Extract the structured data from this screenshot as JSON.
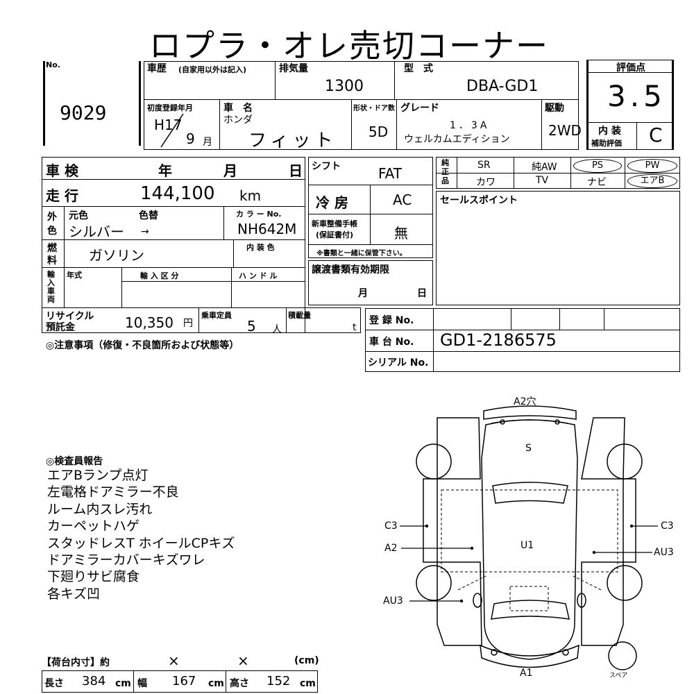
{
  "title": "ロプラ・オレ売切コーナー",
  "lot": {
    "label": "No.",
    "number": "9029"
  },
  "history": {
    "label": "車歴",
    "note": "(自家用以外は記入)"
  },
  "displacement": {
    "label": "排気量",
    "value": "1300"
  },
  "model": {
    "label": "型　式",
    "value": "DBA-GD1"
  },
  "first_reg": {
    "label": "初度登録年月",
    "year": "H17",
    "month": "9",
    "month_unit": "月"
  },
  "car_name": {
    "label": "車　名",
    "maker": "ホンダ",
    "name": "フィット"
  },
  "doors": {
    "label": "形状・ドア数",
    "value": "5D"
  },
  "grade": {
    "label": "グレード",
    "line1": "1．3A",
    "line2": "ウェルカムエディション"
  },
  "drive": {
    "label": "駆動",
    "value": "2WD"
  },
  "score": {
    "label": "評価点",
    "value": "3.5",
    "interior_label": "内 装",
    "interior_sub": "補助評価",
    "interior_value": "C"
  },
  "inspection": {
    "label": "車 検",
    "year": "年",
    "month": "月",
    "day": "日"
  },
  "mileage": {
    "label": "走 行",
    "value": "144,100",
    "unit": "km"
  },
  "color": {
    "label_top": "外",
    "label_bottom": "色",
    "original_label": "元色",
    "changed_label": "色替",
    "original": "シルバー",
    "arrow": "→",
    "code_label": "カ ラ ー No.",
    "code": "NH642M"
  },
  "fuel": {
    "label_top": "燃",
    "label_bottom": "料",
    "value": "ガソリン",
    "interior_color_label": "内 装 色"
  },
  "import": {
    "label": "輸入車両",
    "year_label": "年式",
    "class_label": "輸 入 区 分",
    "handle_label": "ハ ン ド ル"
  },
  "recycle": {
    "label1": "リサイクル",
    "label2": "預託金",
    "value": "10,350",
    "unit": "円",
    "capacity_label": "乗車定員",
    "capacity": "5",
    "capacity_unit": "人",
    "load_label": "積載量",
    "load_unit": "t"
  },
  "notes_heading": "◎注意事項（修復・不良箇所および状態等）",
  "shift": {
    "label": "シフト",
    "value": "FAT"
  },
  "aircon": {
    "label": "冷 房",
    "value": "AC"
  },
  "service_book": {
    "label1": "新車整備手帳",
    "label2": "(保証書付)",
    "value": "無",
    "note": "※書類と一緒に保管下さい。"
  },
  "transfer": {
    "label": "譲渡書類有効期限",
    "month": "月",
    "day": "日"
  },
  "equipment": {
    "label": "純正品",
    "row1": [
      "SR",
      "純AW",
      "PS",
      "PW"
    ],
    "row2": [
      "カワ",
      "TV",
      "ナビ",
      "エアB"
    ]
  },
  "sales_points_label": "セールスポイント",
  "registration": {
    "label": "登 録 No."
  },
  "chassis": {
    "label": "車 台 No.",
    "value": "GD1-2186575"
  },
  "serial": {
    "label": "シリアル No."
  },
  "inspector": {
    "heading": "◎検査員報告",
    "lines": [
      "エアBランプ点灯",
      "左電格ドアミラー不良",
      "ルーム内スレ汚れ",
      "カーペットハゲ",
      "スタッドレスT ホイールCPキズ",
      "ドアミラーカバーキズワレ",
      "下廻りサビ腐食",
      "各キズ凹"
    ]
  },
  "cargo": {
    "heading": "【荷台内寸】約",
    "x": "×",
    "unit": "(cm)",
    "length_label": "長さ",
    "length": "384",
    "width_label": "幅",
    "width": "167",
    "height_label": "高さ",
    "height": "152",
    "cm": "cm"
  },
  "diagram": {
    "labels": {
      "a2hole": "A2穴",
      "s": "S",
      "u1": "U1",
      "c3_left": "C3",
      "c3_right": "C3",
      "a2_left": "A2",
      "au3_right": "AU3",
      "au3_left": "AU3",
      "a1": "A1",
      "spare": "スペア"
    }
  }
}
